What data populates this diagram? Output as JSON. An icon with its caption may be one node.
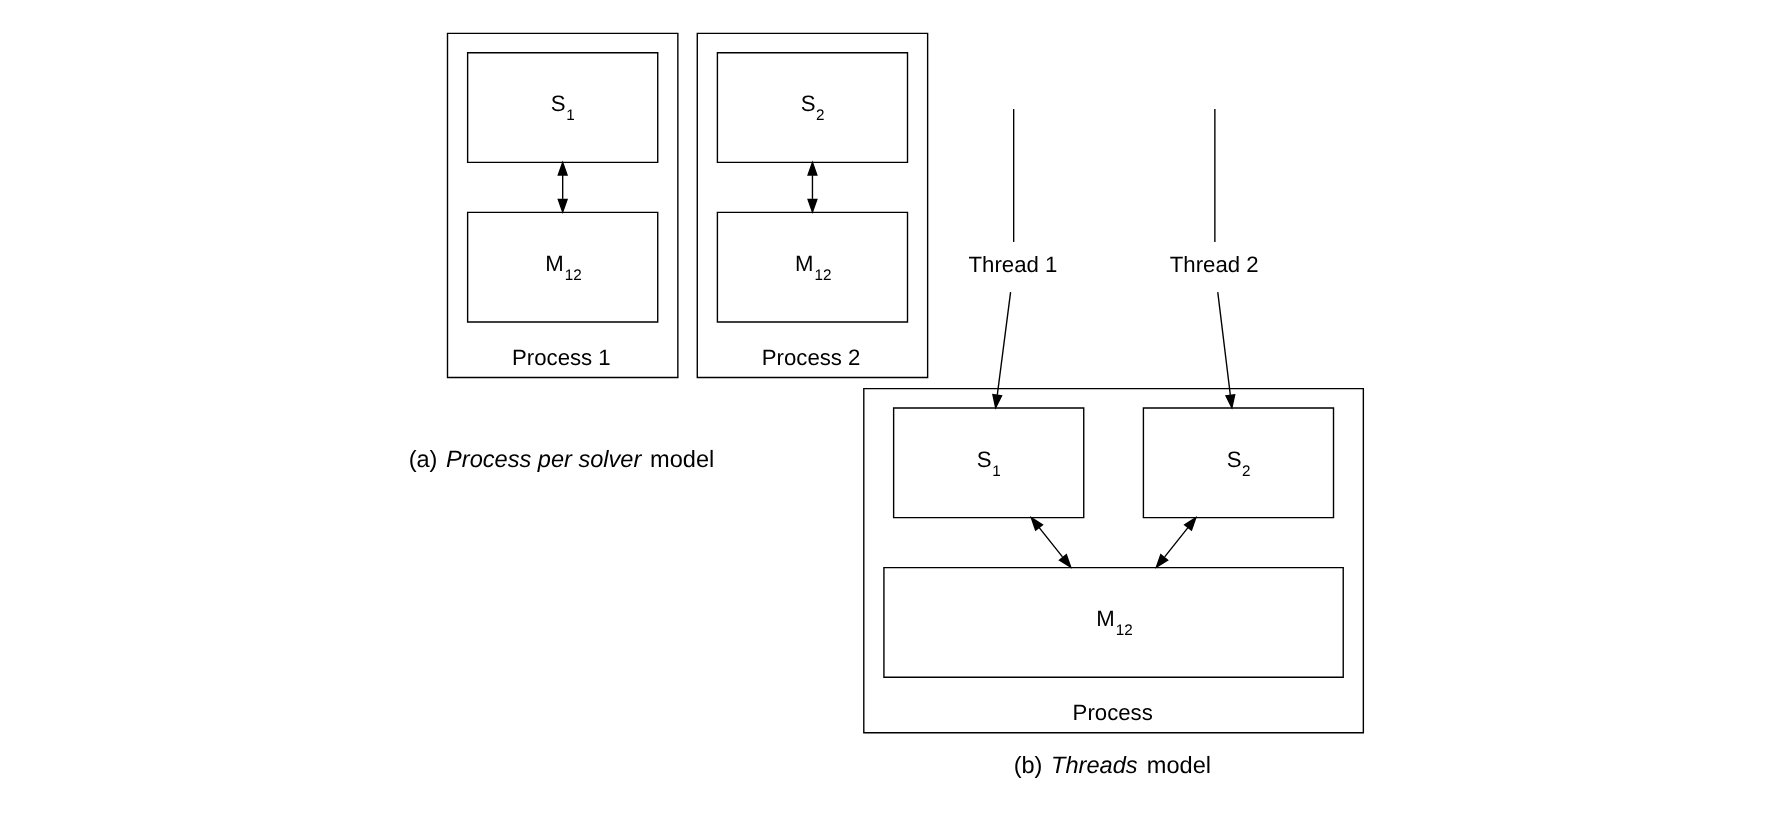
{
  "diagram": {
    "nodes": [
      {
        "text": [
          "Process 1"
        ]
      },
      {
        "text": [
          "S$_{1}$"
        ],
        "in": 0
      },
      {
        "text": [
          "M$_{12}$"
        ],
        "in": 0
      },
      {
        "text": [
          "Process 2"
        ]
      },
      {
        "text": [
          "S$_{2}$"
        ],
        "in": 3
      },
      {
        "text": [
          "M$_{12}$"
        ],
        "in": 3
      },
      {
        "text": [
          "Thread 1"
        ]
      },
      {
        "text": [
          "Thread 2"
        ]
      },
      {
        "text": [
          "Process"
        ]
      },
      {
        "text": [
          "S$_{1}$"
        ],
        "in": 8
      },
      {
        "text": [
          "S$_{2}$"
        ],
        "in": 8
      },
      {
        "text": [
          "M$_{12}$"
        ],
        "in": 8
      }
    ],
    "edges": [
      {
        "from": 1,
        "to": 2,
        "arrow": "both"
      },
      {
        "from": 4,
        "to": 5,
        "arrow": "both"
      },
      {
        "from": null,
        "to": 6,
        "arrow": "none"
      },
      {
        "from": 6,
        "to": 9,
        "arrow": "to"
      },
      {
        "from": null,
        "to": 7,
        "arrow": "none"
      },
      {
        "from": 7,
        "to": 10,
        "arrow": "to"
      },
      {
        "from": 9,
        "to": 11,
        "arrow": "both"
      },
      {
        "from": 10,
        "to": 11,
        "arrow": "both"
      }
    ],
    "labels": [
      "(a) *Process per solver* model",
      "(b) *Threads* model"
    ]
  }
}
